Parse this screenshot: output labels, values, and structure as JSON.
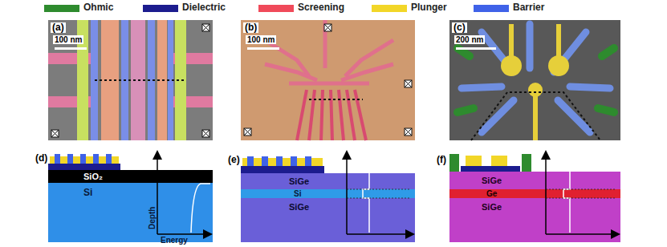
{
  "diagram": {
    "nodes": [
      {
        "text": [
          "SiO₂"
        ]
      },
      {
        "text": [
          "Si"
        ]
      },
      {
        "text": [
          "SiGe"
        ]
      },
      {
        "text": [
          "Si"
        ]
      },
      {
        "text": [
          "SiGe"
        ]
      },
      {
        "text": [
          "SiGe"
        ]
      },
      {
        "text": [
          "Ge"
        ]
      },
      {
        "text": [
          "SiGe"
        ]
      }
    ],
    "labels": [
      "(a)",
      "100 nm",
      "(b)",
      "100 nm",
      "(c)",
      "200 nm",
      "(d)",
      "Depth",
      "Energy",
      "(e)",
      "(f)"
    ],
    "legend": [
      {
        "text": "Ohmic",
        "color": "#2e8b2e"
      },
      {
        "text": "Dielectric",
        "color": "#1c1c8e"
      },
      {
        "text": "Screening",
        "color": "#f04a5a"
      },
      {
        "text": "Plunger",
        "color": "#f2d628"
      },
      {
        "text": "Barrier",
        "color": "#3f62e8"
      }
    ]
  }
}
